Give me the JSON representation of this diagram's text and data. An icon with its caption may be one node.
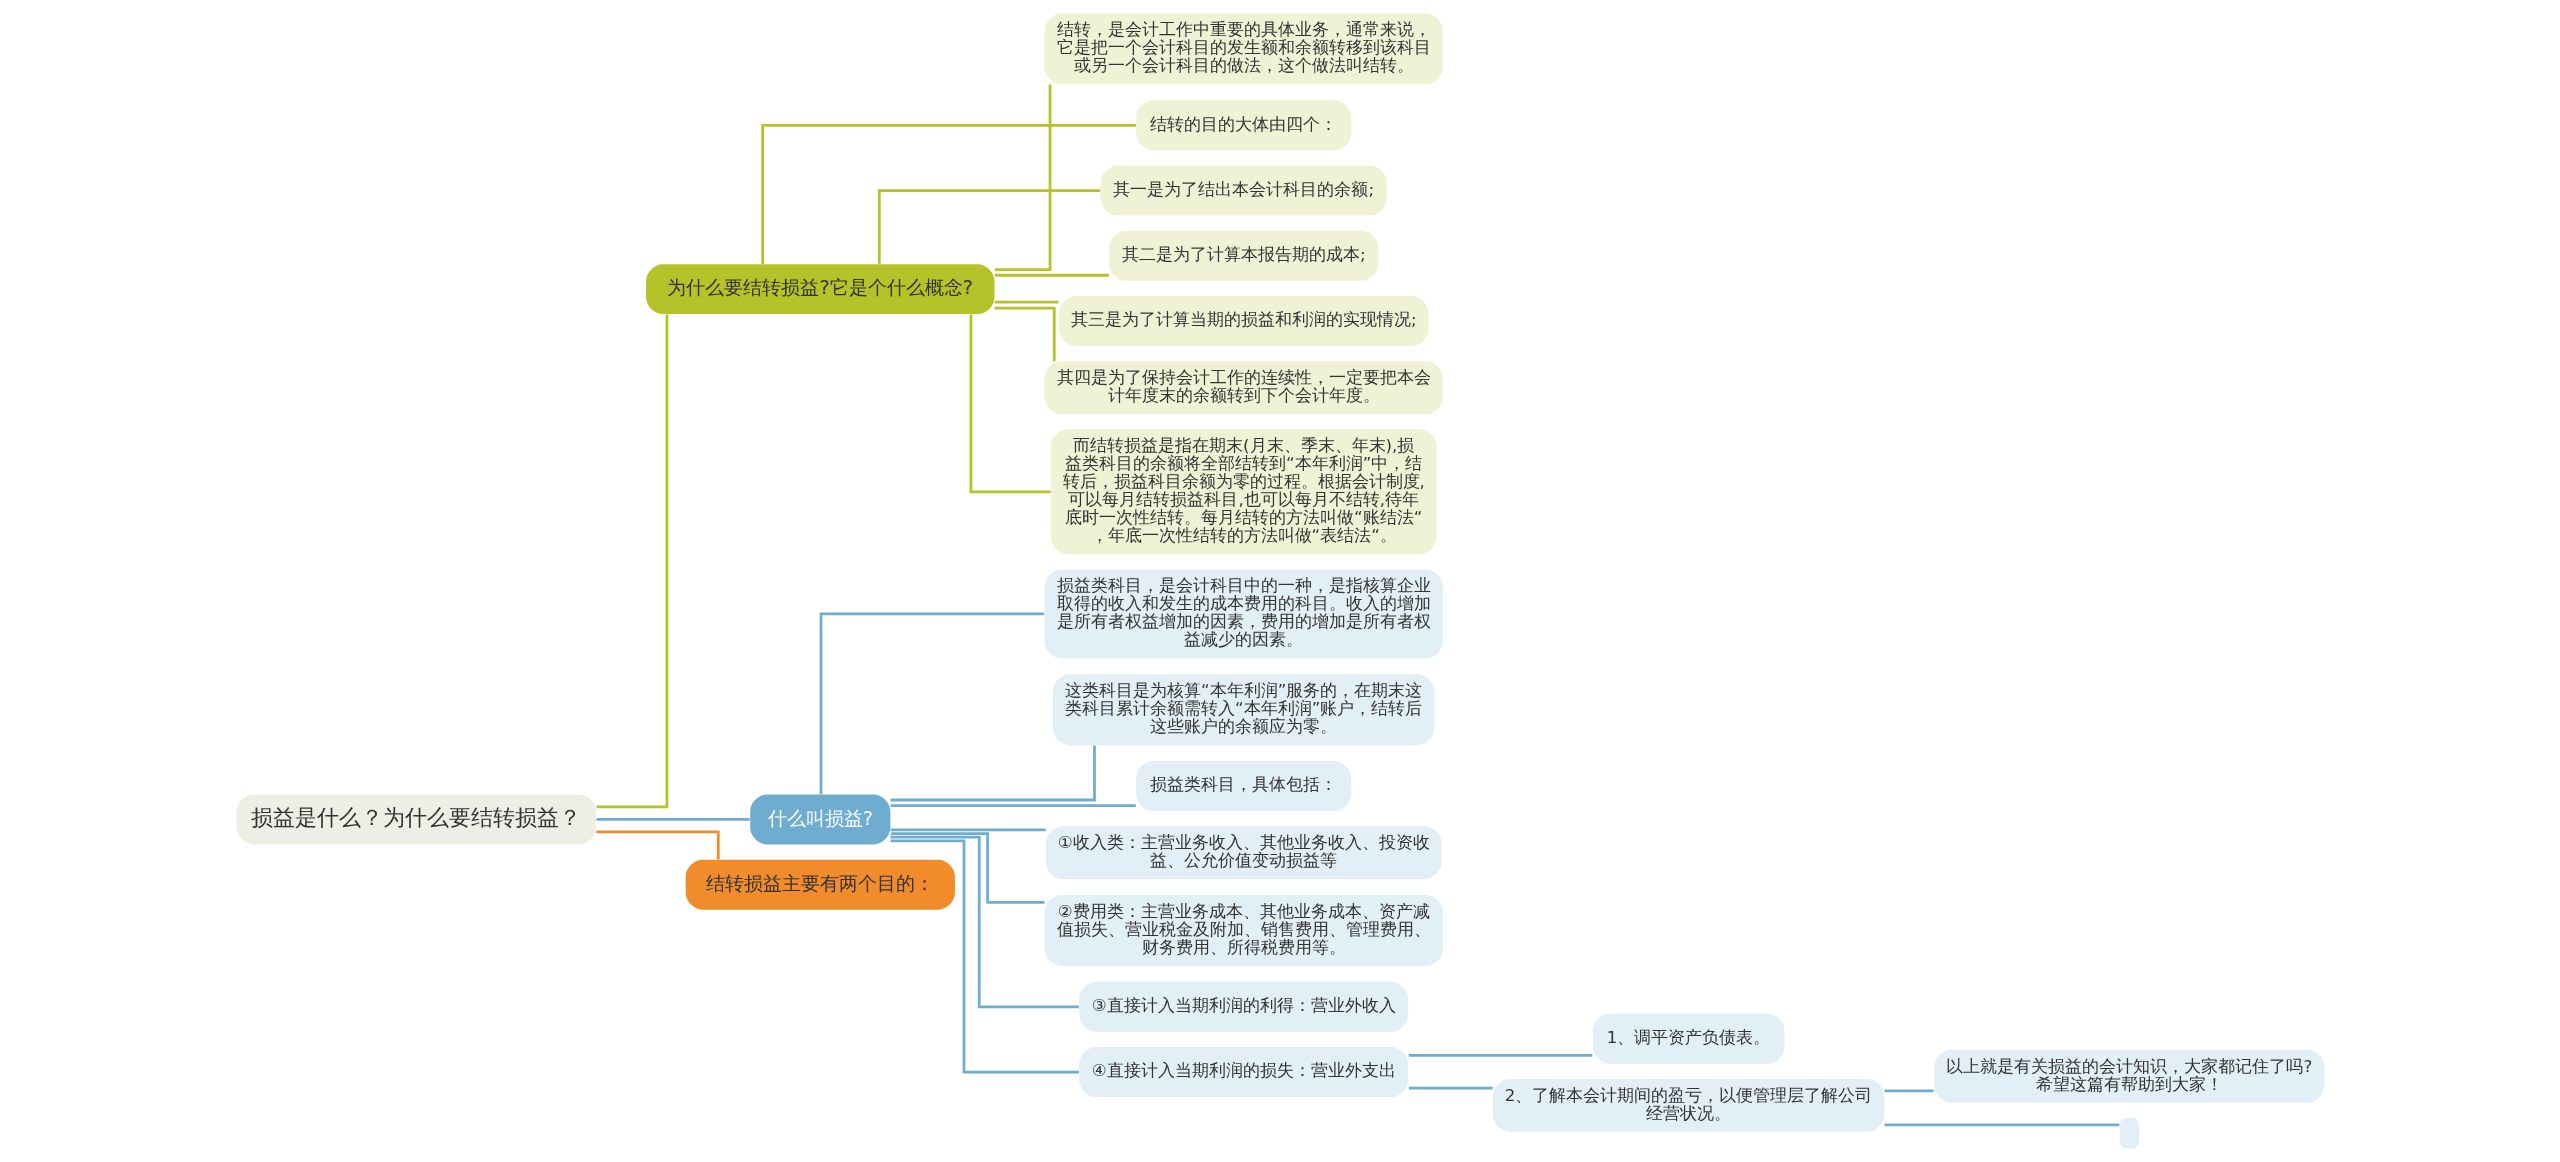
{
  "diagram": {
    "nodes": [
      {
        "text": [
          "损益是什么？为什么要结转损益？"
        ]
      },
      {
        "text": [
          "为什么要结转损益?它是个什么概念?"
        ]
      },
      {
        "text": [
          "结转，是会计工作中重要的具体业务，通常来说，它是把一个会计科目的发生额和余额转移到该科目或另一个会计科目的做法，这个做法叫结转。"
        ]
      },
      {
        "text": [
          "结转的目的大体由四个："
        ]
      },
      {
        "text": [
          "其一是为了结出本会计科目的余额;"
        ]
      },
      {
        "text": [
          "其二是为了计算本报告期的成本;"
        ]
      },
      {
        "text": [
          "其三是为了计算当期的损益和利润的实现情况;"
        ]
      },
      {
        "text": [
          "其四是为了保持会计工作的连续性，一定要把本会计年度末的余额转到下个会计年度。"
        ]
      },
      {
        "text": [
          "而结转损益是指在期末(月末、季末、年末),损益类科目的余额将全部结转到“本年利润”中，结转后，损益科目余额为零的过程。根据会计制度,可以每月结转损益科目,也可以每月不结转,待年底时一次性结转。每月结转的方法叫做“账结法“，年底一次性结转的方法叫做“表结法“。"
        ]
      },
      {
        "text": [
          "什么叫损益?"
        ]
      },
      {
        "text": [
          "损益类科目，是会计科目中的一种，是指核算企业取得的收入和发生的成本费用的科目。收入的增加是所有者权益增加的因素，费用的增加是所有者权益减少的因素。"
        ]
      },
      {
        "text": [
          "这类科目是为核算“本年利润”服务的，在期末这类科目累计余额需转入“本年利润”账户，结转后这些账户的余额应为零。"
        ]
      },
      {
        "text": [
          "损益类科目，具体包括："
        ]
      },
      {
        "text": [
          "①收入类：主营业务收入、其他业务收入、投资收益、公允价值变动损益等"
        ]
      },
      {
        "text": [
          "②费用类：主营业务成本、其他业务成本、资产减值损失、营业税金及附加、销售费用、管理费用、财务费用、所得税费用等。"
        ]
      },
      {
        "text": [
          "③直接计入当期利润的利得：营业外收入"
        ]
      },
      {
        "text": [
          "④直接计入当期利润的损失：营业外支出"
        ]
      },
      {
        "text": [
          "1、调平资产负债表。"
        ]
      },
      {
        "text": [
          "2、了解本会计期间的盈亏，以便管理层了解公司经营状况。"
        ]
      },
      {
        "text": [
          "以上就是有关损益的会计知识，大家都记住了吗?希望这篇有帮助到大家！"
        ]
      },
      {
        "text": [],
        "shape": "box"
      },
      {
        "text": [
          "结转损益主要有两个目的："
        ]
      }
    ],
    "edges": [
      {
        "from": 0,
        "to": 1,
        "arrow": "none",
        "color": "#b5c22a"
      },
      {
        "from": 1,
        "to": 2,
        "arrow": "none",
        "color": "#b5c22a"
      },
      {
        "from": 1,
        "to": 3,
        "arrow": "none",
        "color": "#b5c22a"
      },
      {
        "from": 1,
        "to": 4,
        "arrow": "none",
        "color": "#b5c22a"
      },
      {
        "from": 1,
        "to": 5,
        "arrow": "none",
        "color": "#b5c22a"
      },
      {
        "from": 1,
        "to": 6,
        "arrow": "none",
        "color": "#b5c22a"
      },
      {
        "from": 1,
        "to": 7,
        "arrow": "none",
        "color": "#b5c22a"
      },
      {
        "from": 1,
        "to": 8,
        "arrow": "none",
        "color": "#b5c22a"
      },
      {
        "from": 0,
        "to": 9,
        "arrow": "none"
      },
      {
        "from": 9,
        "to": 10,
        "arrow": "none"
      },
      {
        "from": 9,
        "to": 11,
        "arrow": "none"
      },
      {
        "from": 9,
        "to": 12,
        "arrow": "none"
      },
      {
        "from": 9,
        "to": 13,
        "arrow": "none"
      },
      {
        "from": 9,
        "to": 14,
        "arrow": "none"
      },
      {
        "from": 9,
        "to": 15,
        "arrow": "none"
      },
      {
        "from": 9,
        "to": 16,
        "arrow": "none"
      },
      {
        "from": 16,
        "to": 17,
        "arrow": "none"
      },
      {
        "from": 16,
        "to": 18,
        "arrow": "none"
      },
      {
        "from": 18,
        "to": 19,
        "arrow": "none"
      },
      {
        "from": 18,
        "to": 20,
        "arrow": "none"
      },
      {
        "from": 0,
        "to": 21,
        "arrow": "none",
        "color": "#f08c2c"
      }
    ]
  }
}
